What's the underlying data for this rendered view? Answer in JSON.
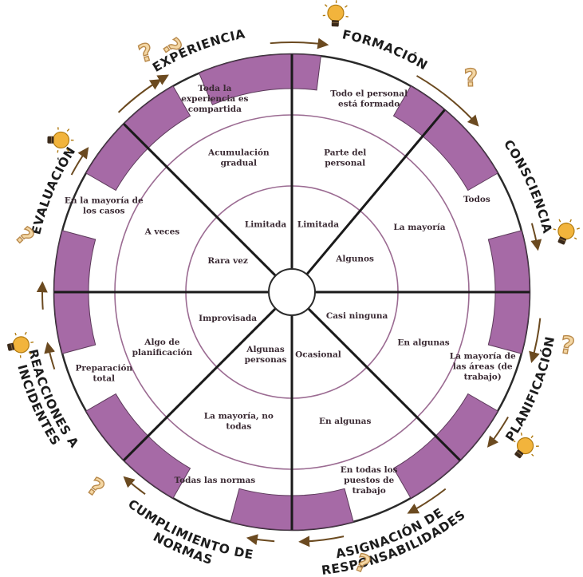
{
  "wheel": {
    "sectors": [
      {
        "id": "experiencia",
        "label": "EXPERIENCIA",
        "icon": "question-icon",
        "levels": [
          "Limitada",
          "Acumulación gradual",
          "Toda la experiencia es compartida"
        ]
      },
      {
        "id": "formacion",
        "label": "FORMACIÓN",
        "icon": "lightbulb-icon",
        "levels": [
          "Limitada",
          "Parte del personal",
          "Todo el personal está formado"
        ]
      },
      {
        "id": "consciencia",
        "label": "CONSCIENCIA",
        "icon": "question-icon",
        "levels": [
          "Algunos",
          "La mayoría",
          "Todos"
        ]
      },
      {
        "id": "planificacion",
        "label": "PLANIFICACIÓN",
        "icon": "lightbulb-icon",
        "levels": [
          "Casi ninguna",
          "En algunas",
          "La mayoría de las áreas (de trabajo)"
        ]
      },
      {
        "id": "asignacion",
        "label": "ASIGNACIÓN DE RESPONSABILIDADES",
        "icon": "question-icon",
        "levels": [
          "Ocasional",
          "En algunas",
          "En todas los puestos de trabajo"
        ]
      },
      {
        "id": "cumplimiento",
        "label": "CUMPLIMIENTO DE NORMAS",
        "icon": "lightbulb-icon",
        "levels": [
          "Algunas personas",
          "La mayoría, no todas",
          "Todas las normas"
        ]
      },
      {
        "id": "reacciones",
        "label": "REACCIONES A INCIDENTES",
        "icon": "question-icon",
        "levels": [
          "Improvisada",
          "Algo de planificación",
          "Preparación total"
        ]
      },
      {
        "id": "evaluacion",
        "label": "EVALUACIÓN",
        "icon": "lightbulb-icon",
        "levels": [
          "Rara vez",
          "A veces",
          "En la mayoría de los casos"
        ]
      }
    ]
  },
  "colors": {
    "ring_line": "#9b6b92",
    "spoke": "#1a1a1a",
    "tab_fill": "#a66aa6",
    "arrow": "#6b4a20",
    "bulb": "#f2b43c",
    "bulb_base": "#3b2a1a",
    "question_fill": "#f4d7a4",
    "question_stroke": "#b98a4c"
  }
}
